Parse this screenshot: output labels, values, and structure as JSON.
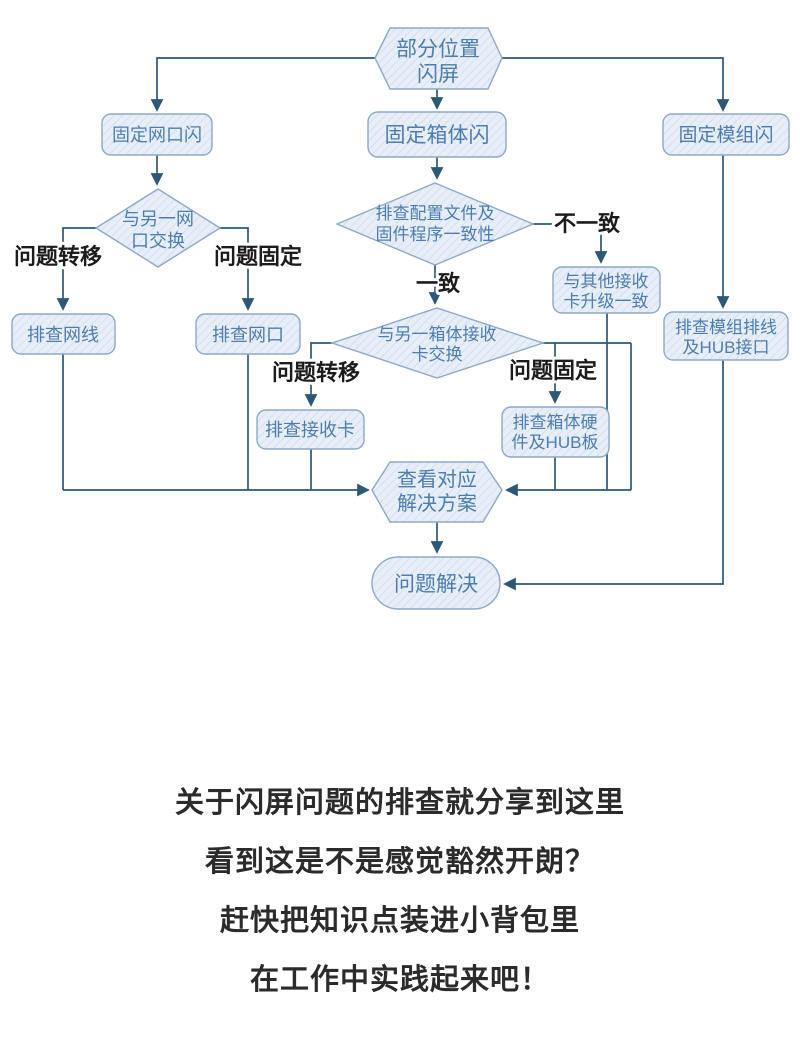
{
  "flowchart": {
    "nodes": {
      "start": {
        "line1": "部分位置",
        "line2": "闪屏"
      },
      "fix_port": {
        "line1": "固定网口闪"
      },
      "fix_cabinet": {
        "line1": "固定箱体闪"
      },
      "fix_module": {
        "line1": "固定模组闪"
      },
      "swap_port": {
        "line1": "与另一网",
        "line2": "口交换"
      },
      "check_config": {
        "line1": "排查配置文件及",
        "line2": "固件程序一致性"
      },
      "upgrade_card": {
        "line1": "与其他接收",
        "line2": "卡升级一致"
      },
      "check_module": {
        "line1": "排查模组排线",
        "line2": "及HUB接口"
      },
      "check_cable": {
        "line1": "排查网线"
      },
      "check_port": {
        "line1": "排查网口"
      },
      "swap_card": {
        "line1": "与另一箱体接收",
        "line2": "卡交换"
      },
      "check_card": {
        "line1": "排查接收卡"
      },
      "check_hw": {
        "line1": "排查箱体硬",
        "line2": "件及HUB板"
      },
      "view_solution": {
        "line1": "查看对应",
        "line2": "解决方案"
      },
      "solved": {
        "line1": "问题解决"
      }
    },
    "edge_labels": {
      "transfer1": "问题转移",
      "fixed1": "问题固定",
      "inconsistent": "不一致",
      "consistent": "一致",
      "transfer2": "问题转移",
      "fixed2": "问题固定"
    },
    "colors": {
      "shape_fill": "#e7eef7",
      "shape_hatch": "#c6d5e9",
      "shape_border": "#8ea9c8",
      "shape_text": "#4d7dae",
      "connector": "#2e5878",
      "label_text": "#1c1c1c"
    }
  },
  "footer": {
    "line1": "关于闪屏问题的排查就分享到这里",
    "line2": "看到这是不是感觉豁然开朗？",
    "line3": "赶快把知识点装进小背包里",
    "line4": "在工作中实践起来吧！"
  }
}
